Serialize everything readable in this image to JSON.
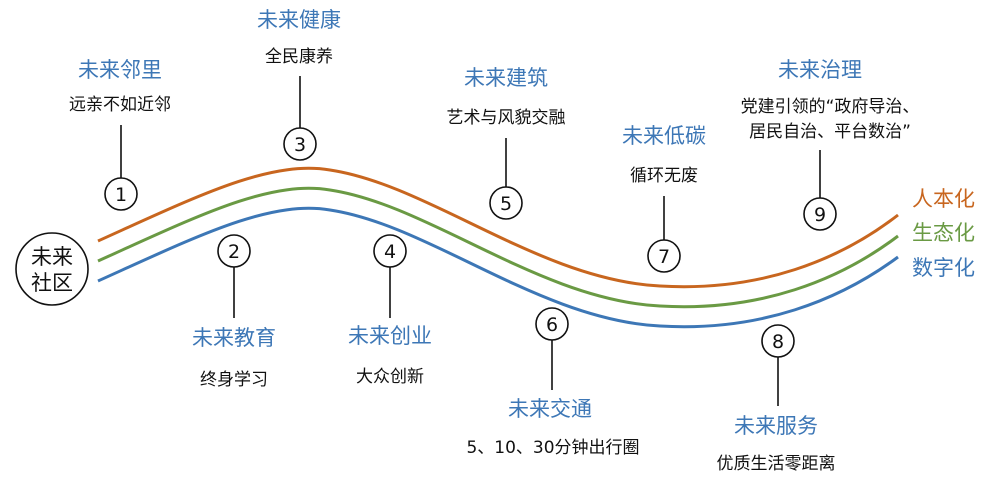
{
  "colors": {
    "title": "#3d77b6",
    "text": "#111111",
    "humanized": "#c8661f",
    "ecological": "#6a9a44",
    "digital": "#3d77b6"
  },
  "center": {
    "line1": "未来",
    "line2": "社区"
  },
  "bands": [
    {
      "label": "人本化",
      "color": "#c8661f"
    },
    {
      "label": "生态化",
      "color": "#6a9a44"
    },
    {
      "label": "数字化",
      "color": "#3d77b6"
    }
  ],
  "nodes": [
    {
      "number": "1",
      "title": "未来邻里",
      "description": [
        "远亲不如近邻"
      ]
    },
    {
      "number": "2",
      "title": "未来教育",
      "description": [
        "终身学习"
      ]
    },
    {
      "number": "3",
      "title": "未来健康",
      "description": [
        "全民康养"
      ]
    },
    {
      "number": "4",
      "title": "未来创业",
      "description": [
        "大众创新"
      ]
    },
    {
      "number": "5",
      "title": "未来建筑",
      "description": [
        "艺术与风貌交融"
      ]
    },
    {
      "number": "6",
      "title": "未来交通",
      "description": [
        "5、10、30分钟出行圈"
      ]
    },
    {
      "number": "7",
      "title": "未来低碳",
      "description": [
        "循环无废"
      ]
    },
    {
      "number": "8",
      "title": "未来服务",
      "description": [
        "优质生活零距离"
      ]
    },
    {
      "number": "9",
      "title": "未来治理",
      "description": [
        "党建引领的“政府导治、",
        "居民自治、平台数治”"
      ]
    }
  ]
}
